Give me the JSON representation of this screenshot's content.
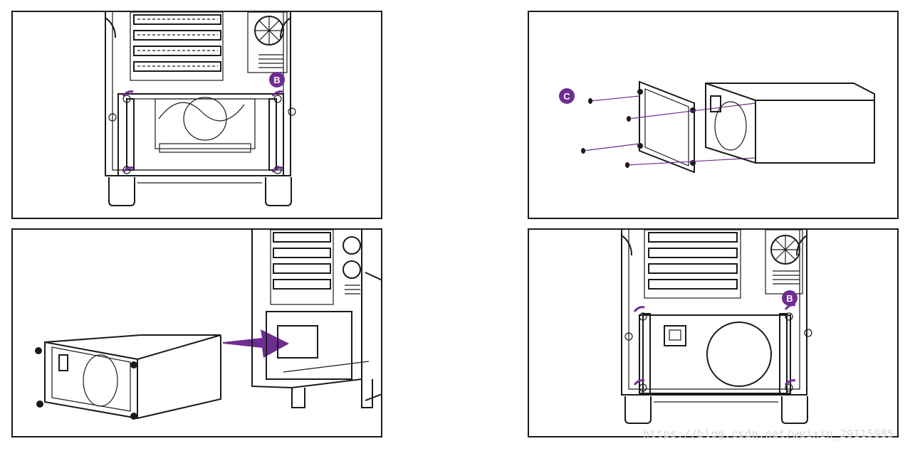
{
  "colors": {
    "accent": "#6f2c91",
    "line": "#1a1a1a",
    "background": "#ffffff",
    "watermark": "#d6d6d6"
  },
  "callouts": {
    "step1": "B",
    "step2": "C",
    "step4": "B"
  },
  "watermark": "https://blog.csdn.net/weixin_29115985"
}
